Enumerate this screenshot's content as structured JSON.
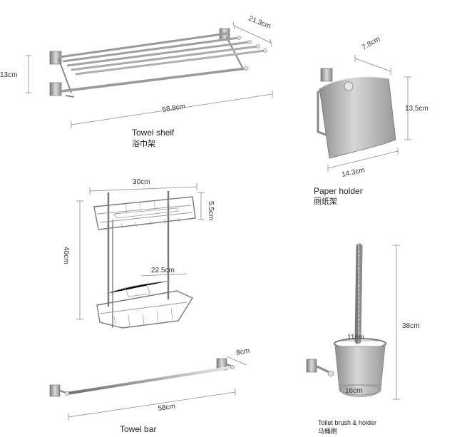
{
  "colors": {
    "metal": "#a8a8a8",
    "metal_dark": "#6d6d6d",
    "dimension_line": "#8a8a8a",
    "text": "#222222"
  },
  "products": {
    "towel_shelf": {
      "name_en": "Towel shelf",
      "name_cn": "浴巾架",
      "icon": "towel-shelf-icon",
      "dims": {
        "depth": "21.3cm",
        "height": "13cm",
        "length": "58.8cm"
      }
    },
    "paper_holder": {
      "name_en": "Paper holder",
      "name_cn": "厕纸架",
      "icon": "paper-holder-icon",
      "dims": {
        "depth": "7.8cm",
        "height": "13.5cm",
        "width": "14.3cm"
      }
    },
    "corner_basket": {
      "icon": "corner-basket-icon",
      "dims": {
        "top_width": "30cm",
        "basket_height": "5.5cm",
        "height": "40cm",
        "lower_width": "22.5cm"
      }
    },
    "towel_bar": {
      "name_en": "Towel bar",
      "icon": "towel-bar-icon",
      "dims": {
        "depth": "8cm",
        "length": "58cm"
      }
    },
    "toilet_brush": {
      "name_en": "Toilet brush & holder",
      "name_cn": "马桶刷",
      "icon": "toilet-brush-icon",
      "dims": {
        "top_diameter": "11cm",
        "height": "38cm",
        "bottom_diameter": "16cm"
      }
    }
  }
}
